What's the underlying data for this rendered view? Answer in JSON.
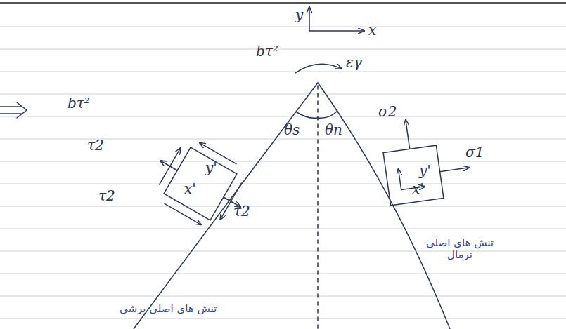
{
  "diagram": {
    "labels": [
      "y",
      "x",
      "εγ",
      "θs",
      "θn",
      "bτ²",
      "bτ²",
      "τ2",
      "τ2",
      "τ2",
      "x'",
      "y'",
      "σ2",
      "σ1",
      "y'",
      "x'",
      "تنش های اصلی نرمال",
      "تنش های اصلی برشی"
    ]
  }
}
